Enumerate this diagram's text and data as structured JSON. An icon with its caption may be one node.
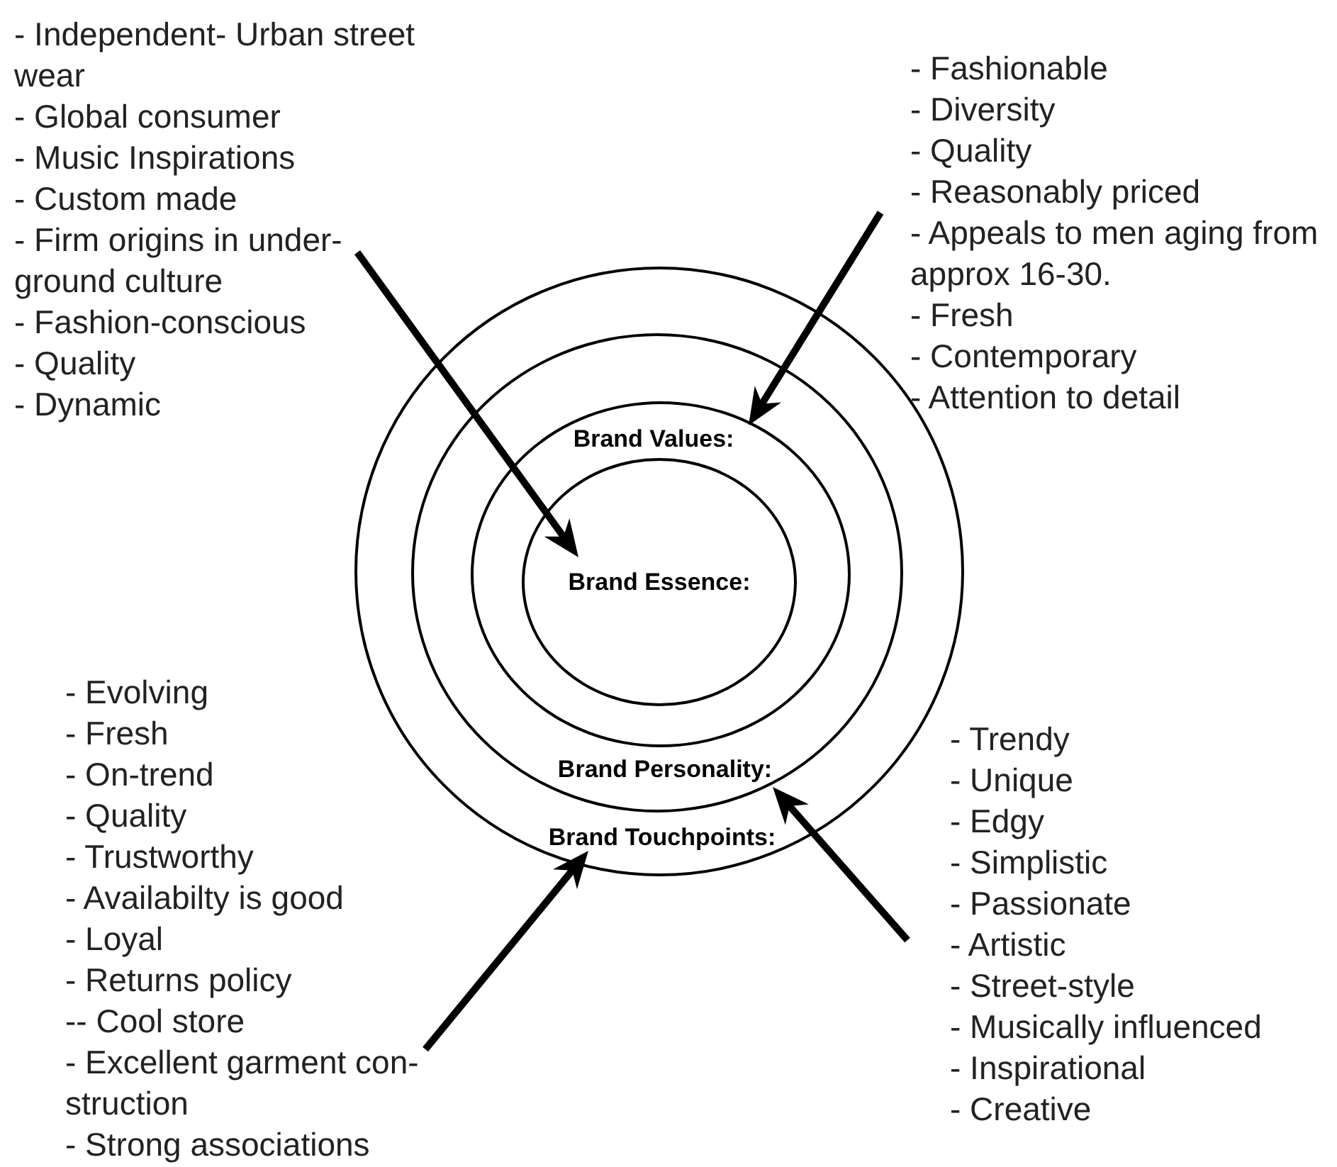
{
  "diagram": {
    "nodes": [
      {
        "text": [
          "- Independent- Urban street wear",
          "- Global consumer",
          "- Music Inspirations",
          "- Custom made",
          "- Firm origins in under- ground culture",
          "- Fashion-conscious",
          "- Quality",
          "- Dynamic"
        ]
      },
      {
        "text": [
          "- Fashionable",
          "- Diversity",
          "- Quality",
          "- Reasonably priced",
          "- Appeals to men aging from approx 16-30.",
          "- Fresh",
          "- Contemporary",
          "- Attention to detail"
        ]
      },
      {
        "text": [
          "Brand Touchpoints:"
        ]
      },
      {
        "text": [
          "Brand Personality:"
        ],
        "in": 2
      },
      {
        "text": [
          "Brand Values:"
        ],
        "in": 3
      },
      {
        "text": [
          "Brand Essence:"
        ],
        "in": 4
      },
      {
        "text": [
          "- Evolving",
          "- Fresh",
          "- On-trend",
          "- Quality",
          "- Trustworthy",
          "- Availabilty is good",
          "- Loyal",
          "- Returns policy",
          "-- Cool store",
          "- Excellent garment con- struction",
          "- Strong associations"
        ]
      },
      {
        "text": [
          "- Trendy",
          "- Unique",
          "- Edgy",
          "- Simplistic",
          "- Passionate",
          "- Artistic",
          "- Street-style",
          "- Musically influenced",
          "- Inspirational",
          "- Creative"
        ]
      }
    ],
    "edges": [
      {
        "from": 0,
        "to": 5,
        "arrow": "to"
      },
      {
        "from": 1,
        "to": 4,
        "arrow": "to"
      },
      {
        "from": 7,
        "to": 3,
        "arrow": "to"
      },
      {
        "from": 6,
        "to": 2,
        "arrow": "to"
      }
    ]
  }
}
